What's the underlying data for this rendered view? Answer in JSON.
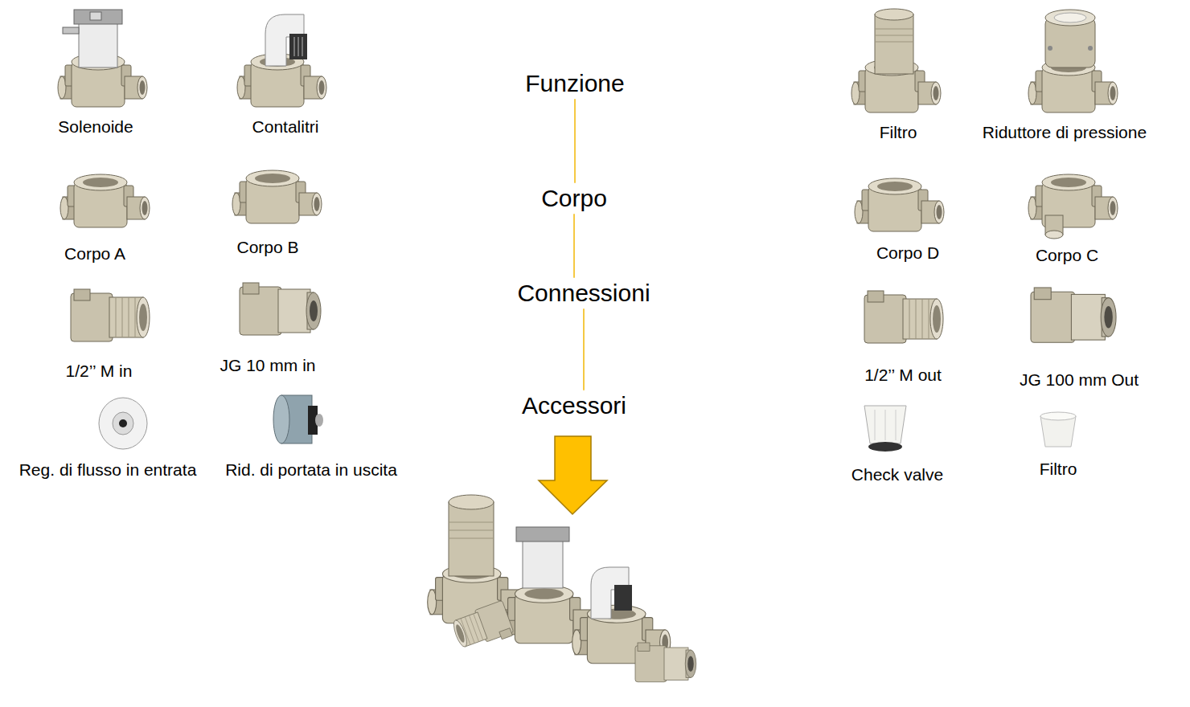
{
  "diagram": {
    "nodes": [
      {
        "text": [
          "Funzione"
        ]
      },
      {
        "text": [
          "Corpo"
        ]
      },
      {
        "text": [
          "Connessioni"
        ]
      },
      {
        "text": [
          "Accessori"
        ]
      }
    ],
    "edges": [
      {
        "from": 0,
        "to": 1,
        "arrow": "none"
      },
      {
        "from": 1,
        "to": 2,
        "arrow": "none"
      },
      {
        "from": 2,
        "to": 3,
        "arrow": "none"
      }
    ],
    "labels": [
      "Solenoide",
      "Contalitri",
      "Filtro",
      "Riduttore di pressione",
      "Corpo A",
      "Corpo B",
      "Corpo D",
      "Corpo C",
      "1/2’’ M in",
      "JG 10 mm in",
      "1/2’’ M out",
      "JG 100 mm Out",
      "Reg. di flusso in entrata",
      "Rid. di portata in uscita",
      "Check valve",
      "Filtro"
    ]
  }
}
